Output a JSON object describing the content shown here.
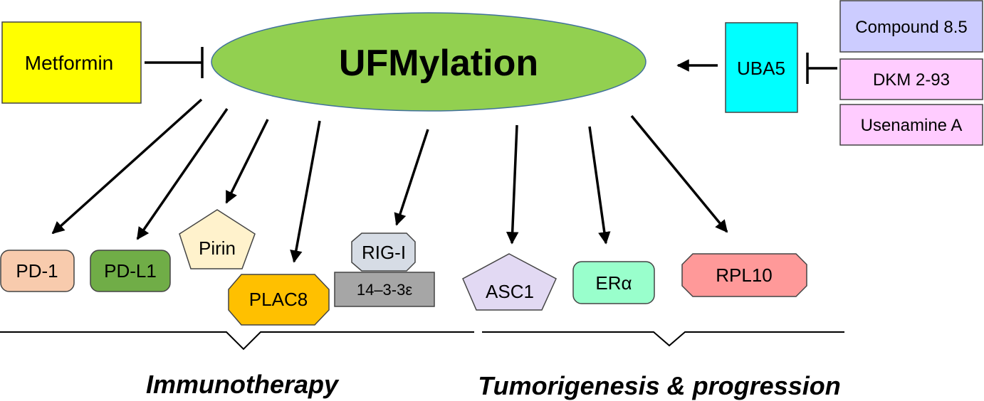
{
  "title": "UFMylation",
  "nodes": {
    "metformin": {
      "label": "Metformin",
      "color": "#ffff00"
    },
    "uba5": {
      "label": "UBA5",
      "color": "#00ffff"
    },
    "compound": {
      "label": "Compound 8.5",
      "color": "#ccccff"
    },
    "dkm": {
      "label": "DKM 2-93",
      "color": "#ffccff"
    },
    "usenamine": {
      "label": "Usenamine A",
      "color": "#ffccff"
    },
    "pd1": {
      "label": "PD-1",
      "color": "#f8cbad"
    },
    "pdl1": {
      "label": "PD-L1",
      "color": "#70ad47"
    },
    "pirin": {
      "label": "Pirin",
      "color": "#fff2cc"
    },
    "plac8": {
      "label": "PLAC8",
      "color": "#ffc000"
    },
    "rigi": {
      "label": "RIG-I",
      "color": "#d6dce5"
    },
    "p1433": {
      "label": "14–3-3ε",
      "color": "#a6a6a6"
    },
    "asc1": {
      "label": "ASC1",
      "color": "#e2d9f3"
    },
    "era": {
      "label": "ERα",
      "color": "#99ffcc"
    },
    "rpl10": {
      "label": "RPL10",
      "color": "#ff9999"
    }
  },
  "ellipse_color": "#92d050",
  "groups": {
    "immunotherapy": "Immunotherapy",
    "tumorigenesis": "Tumorigenesis & progression"
  }
}
